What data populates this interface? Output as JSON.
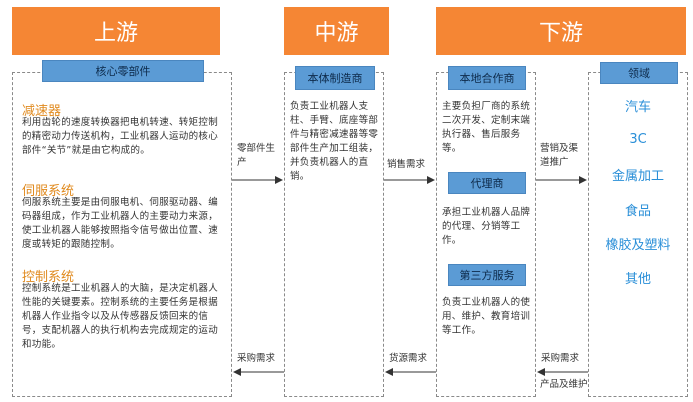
{
  "stages": {
    "upstream": "上游",
    "midstream": "中游",
    "downstream": "下游"
  },
  "upstream": {
    "tag": "核心零部件",
    "sections": [
      {
        "title": "减速器",
        "text": "利用齿轮的速度转换器把电机转速、转矩控制的精密动力传送机构，工业机器人运动的核心部件“关节”就是由它构成的。"
      },
      {
        "title": "伺服系统",
        "text": "伺服系统主要是由伺服电机、伺服驱动器、编码器组成，作为工业机器人的主要动力来源，使工业机器人能够按照指令信号做出位置、速度或转矩的跟随控制。"
      },
      {
        "title": "控制系统",
        "text": "控制系统是工业机器人的大脑，是决定机器人性能的关键要素。控制系统的主要任务是根据机器人作业指令以及从传感器反馈回来的信号，支配机器人的执行机构去完成规定的运动和功能。"
      }
    ]
  },
  "midstream": {
    "tag": "本体制造商",
    "text": "负责工业机器人支柱、手臂、底座等部件与精密减速器等零部件生产加工组装，并负责机器人的直销。"
  },
  "downstream": {
    "partners": [
      {
        "tag": "本地合作商",
        "text": "主要负担厂商的系统二次开发、定制末端执行器、售后服务等。"
      },
      {
        "tag": "代理商",
        "text": "承担工业机器人品牌的代理、分销等工作。"
      },
      {
        "tag": "第三方服务",
        "text": "负责工业机器人的使用、维护、教育培训等工作。"
      }
    ],
    "fields_tag": "领域",
    "fields": [
      "汽车",
      "3C",
      "金属加工",
      "食品",
      "橡胶及塑料",
      "其他"
    ]
  },
  "flows": {
    "parts_production": "零部件生产",
    "sales_demand": "销售需求",
    "marketing": "营销及渠道推广",
    "purchase_demand_left": "采购需求",
    "source_demand": "货源需求",
    "purchase_demand_right": "采购需求",
    "products_maintenance": "产品及维护"
  },
  "colors": {
    "header": "#f58634",
    "tag": "#5b9bd5",
    "heading": "#e08a1e",
    "field": "#2a8fd8"
  }
}
